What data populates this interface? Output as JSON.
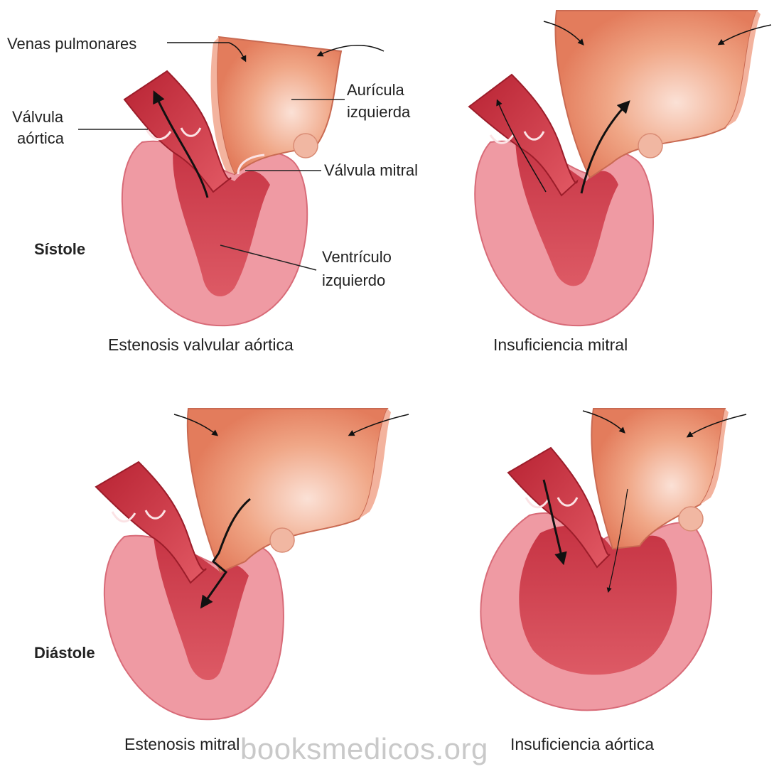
{
  "labels": {
    "venas_pulmonares": "Venas pulmonares",
    "valvula_aortica_l1": "Válvula",
    "valvula_aortica_l2": "aórtica",
    "auricula_l1": "Aurícula",
    "auricula_l2": "izquierda",
    "valvula_mitral": "Válvula mitral",
    "ventriculo_l1": "Ventrículo",
    "ventriculo_l2": "izquierdo",
    "sistole": "Sístole",
    "diastole": "Diástole"
  },
  "panels": [
    {
      "caption": "Estenosis valvular aórtica"
    },
    {
      "caption": "Insuficiencia mitral"
    },
    {
      "caption": "Estenosis mitral"
    },
    {
      "caption": "Insuficiencia aórtica"
    }
  ],
  "watermark": "booksmedicos.org",
  "colors": {
    "ventricle_wall": "#ef9aa3",
    "ventricle_cavity": "#d34a56",
    "atrium": "#eb9470",
    "atrium_rim": "#f3b39e",
    "aorta": "#c9303e",
    "arrow": "#111111"
  }
}
